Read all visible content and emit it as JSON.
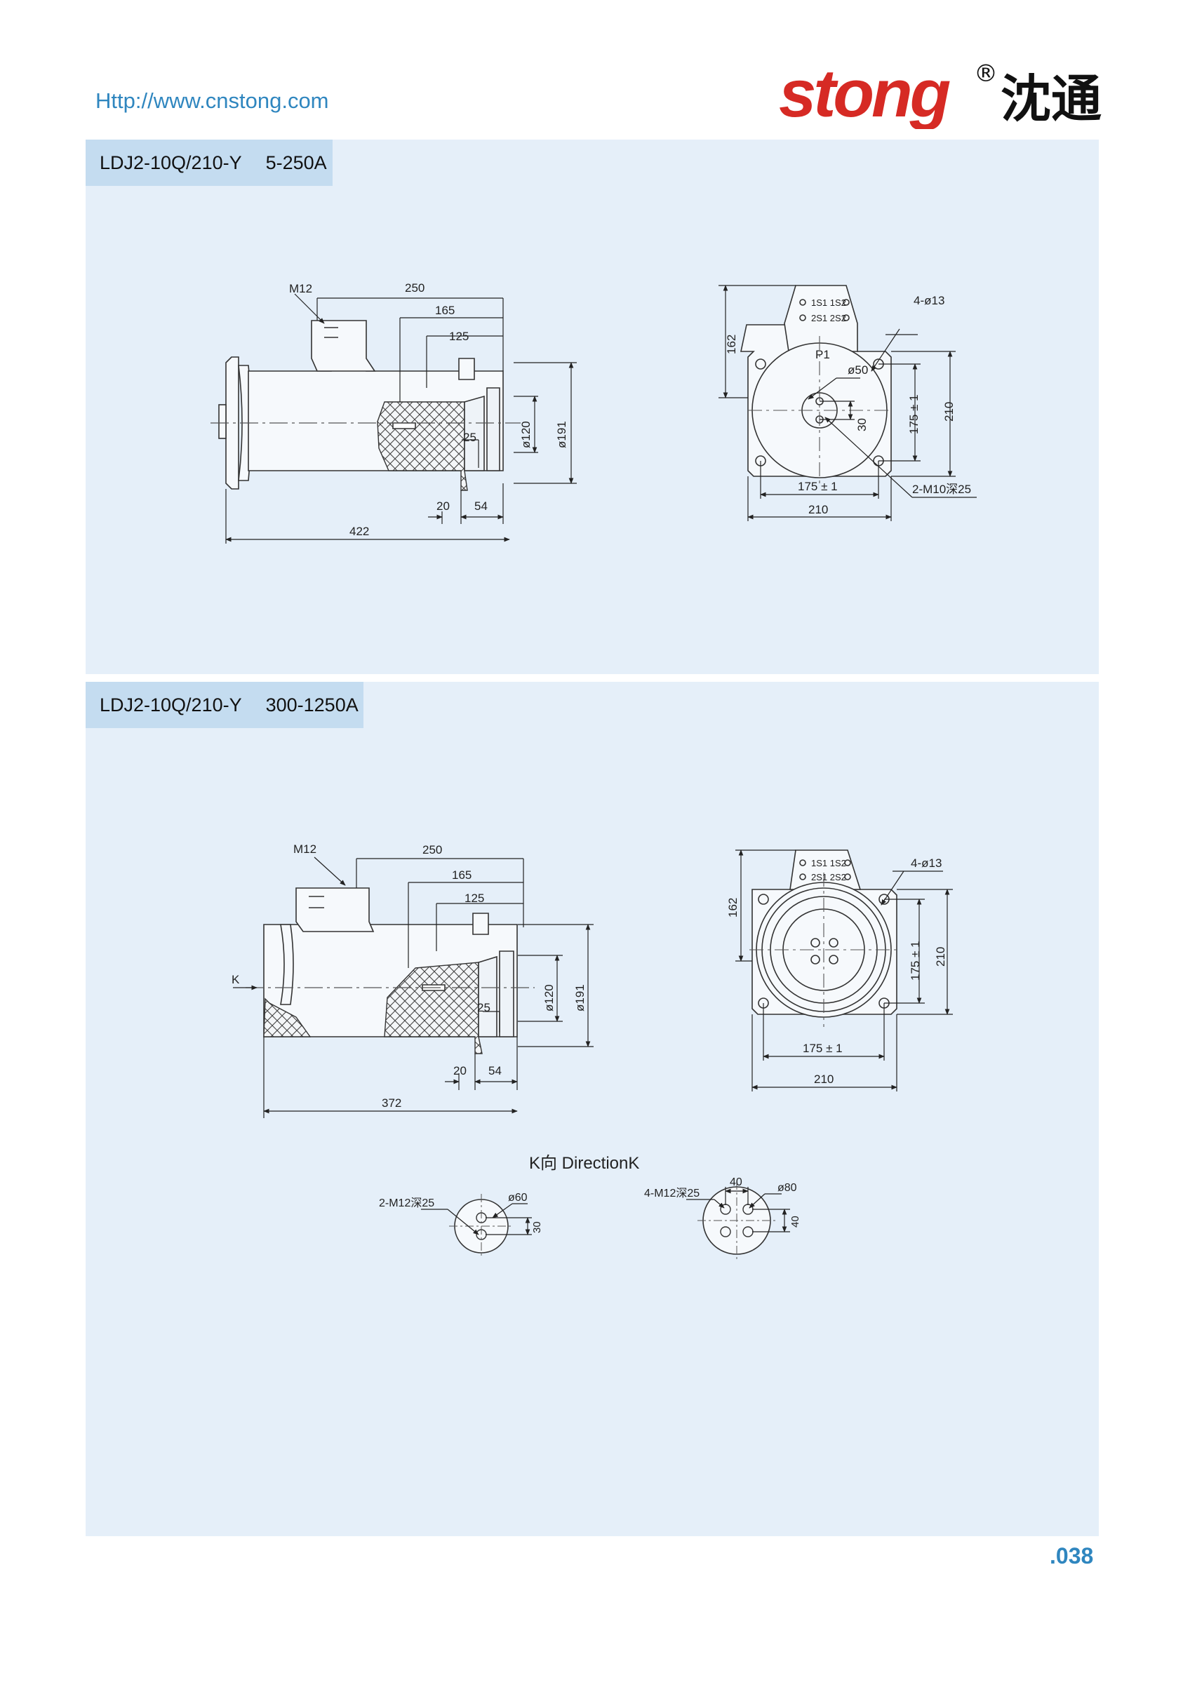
{
  "header": {
    "url": "Http://www.cnstong.com",
    "logo_latin": "stong",
    "logo_cn": "沈通",
    "registered_mark": "®"
  },
  "panel1": {
    "model": "LDJ2-10Q/210-Y",
    "rating": "5-250A",
    "side": {
      "m12": "M12",
      "d250": "250",
      "d165": "165",
      "d125": "125",
      "d25": "25",
      "d120": "ø120",
      "d191": "ø191",
      "d20": "20",
      "d54": "54",
      "d422": "422"
    },
    "front": {
      "d162": "162",
      "d4_13": "4-ø13",
      "term1": "1S1 1S2",
      "term2": "2S1 2S2",
      "p1": "P1",
      "d50": "ø50",
      "d30": "30",
      "d175v": "175 ± 1",
      "d210v": "210",
      "d175h": "175 ± 1",
      "d210h": "210",
      "m10": "2-M10深25"
    }
  },
  "panel2": {
    "model": "LDJ2-10Q/210-Y",
    "rating": "300-1250A",
    "side": {
      "m12": "M12",
      "d250": "250",
      "d165": "165",
      "d125": "125",
      "k": "K",
      "d25": "25",
      "d120": "ø120",
      "d191": "ø191",
      "d20": "20",
      "d54": "54",
      "d372": "372"
    },
    "front": {
      "d162": "162",
      "d4_13": "4-ø13",
      "term1": "1S1 1S2",
      "term2": "2S1 2S2",
      "d175v": "175 ± 1",
      "d210v": "210",
      "d175h": "175 ± 1",
      "d210h": "210"
    },
    "direction": {
      "title": "K向 DirectionK",
      "left": {
        "m12": "2-M12深25",
        "d60": "ø60",
        "d30": "30"
      },
      "right": {
        "m12": "4-M12深25",
        "d40t": "40",
        "d80": "ø80",
        "d40r": "40"
      }
    }
  },
  "page_number": ".038",
  "colors": {
    "accent": "#2f86bf",
    "logo_red": "#d62a24",
    "panel": "#e5eff9",
    "tab": "#c4dcf0"
  }
}
